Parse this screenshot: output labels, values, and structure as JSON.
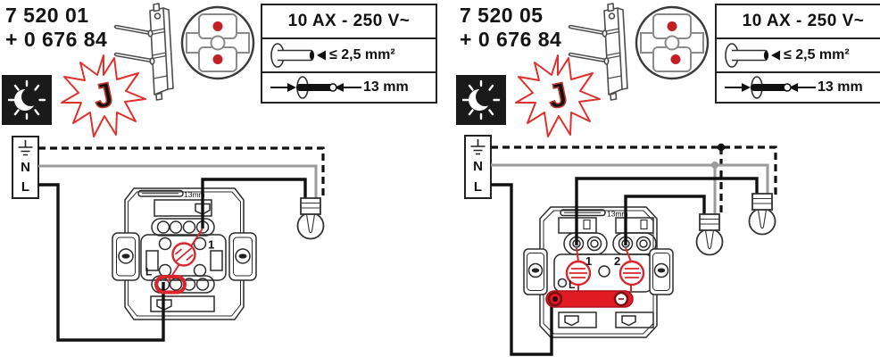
{
  "colors": {
    "red": "#d9262c",
    "bus_red": "#e01b24",
    "wire_gray": "#9b9b9b",
    "wire_black": "#111111",
    "glow_fill": "#f5ab85"
  },
  "icons": {
    "glow_letter": "J",
    "night": "crescent-moon-with-rays",
    "lamp_module": "two-pin-locator-lamp-module",
    "mechanism_rear": "mechanism-rear-view-with-lamp-positions"
  },
  "panels": [
    {
      "code_line1": "7 520 01",
      "code_line2": "+ 0 676 84",
      "spec": {
        "rating": "10 AX - 250 V~",
        "max_section": "≤ 2,5 mm²",
        "strip_length": "13 mm"
      },
      "diagram": {
        "terminal_n": "N",
        "terminal_l": "L",
        "gauge": "13mm",
        "pole1": "1",
        "line_label": "L"
      }
    },
    {
      "code_line1": "7 520 05",
      "code_line2": "+ 0 676 84",
      "spec": {
        "rating": "10 AX - 250 V~",
        "max_section": "≤ 2,5 mm²",
        "strip_length": "13 mm"
      },
      "diagram": {
        "terminal_n": "N",
        "terminal_l": "L",
        "gauge": "13mm",
        "pole1": "1",
        "pole2": "2",
        "line_label": "L"
      }
    }
  ]
}
